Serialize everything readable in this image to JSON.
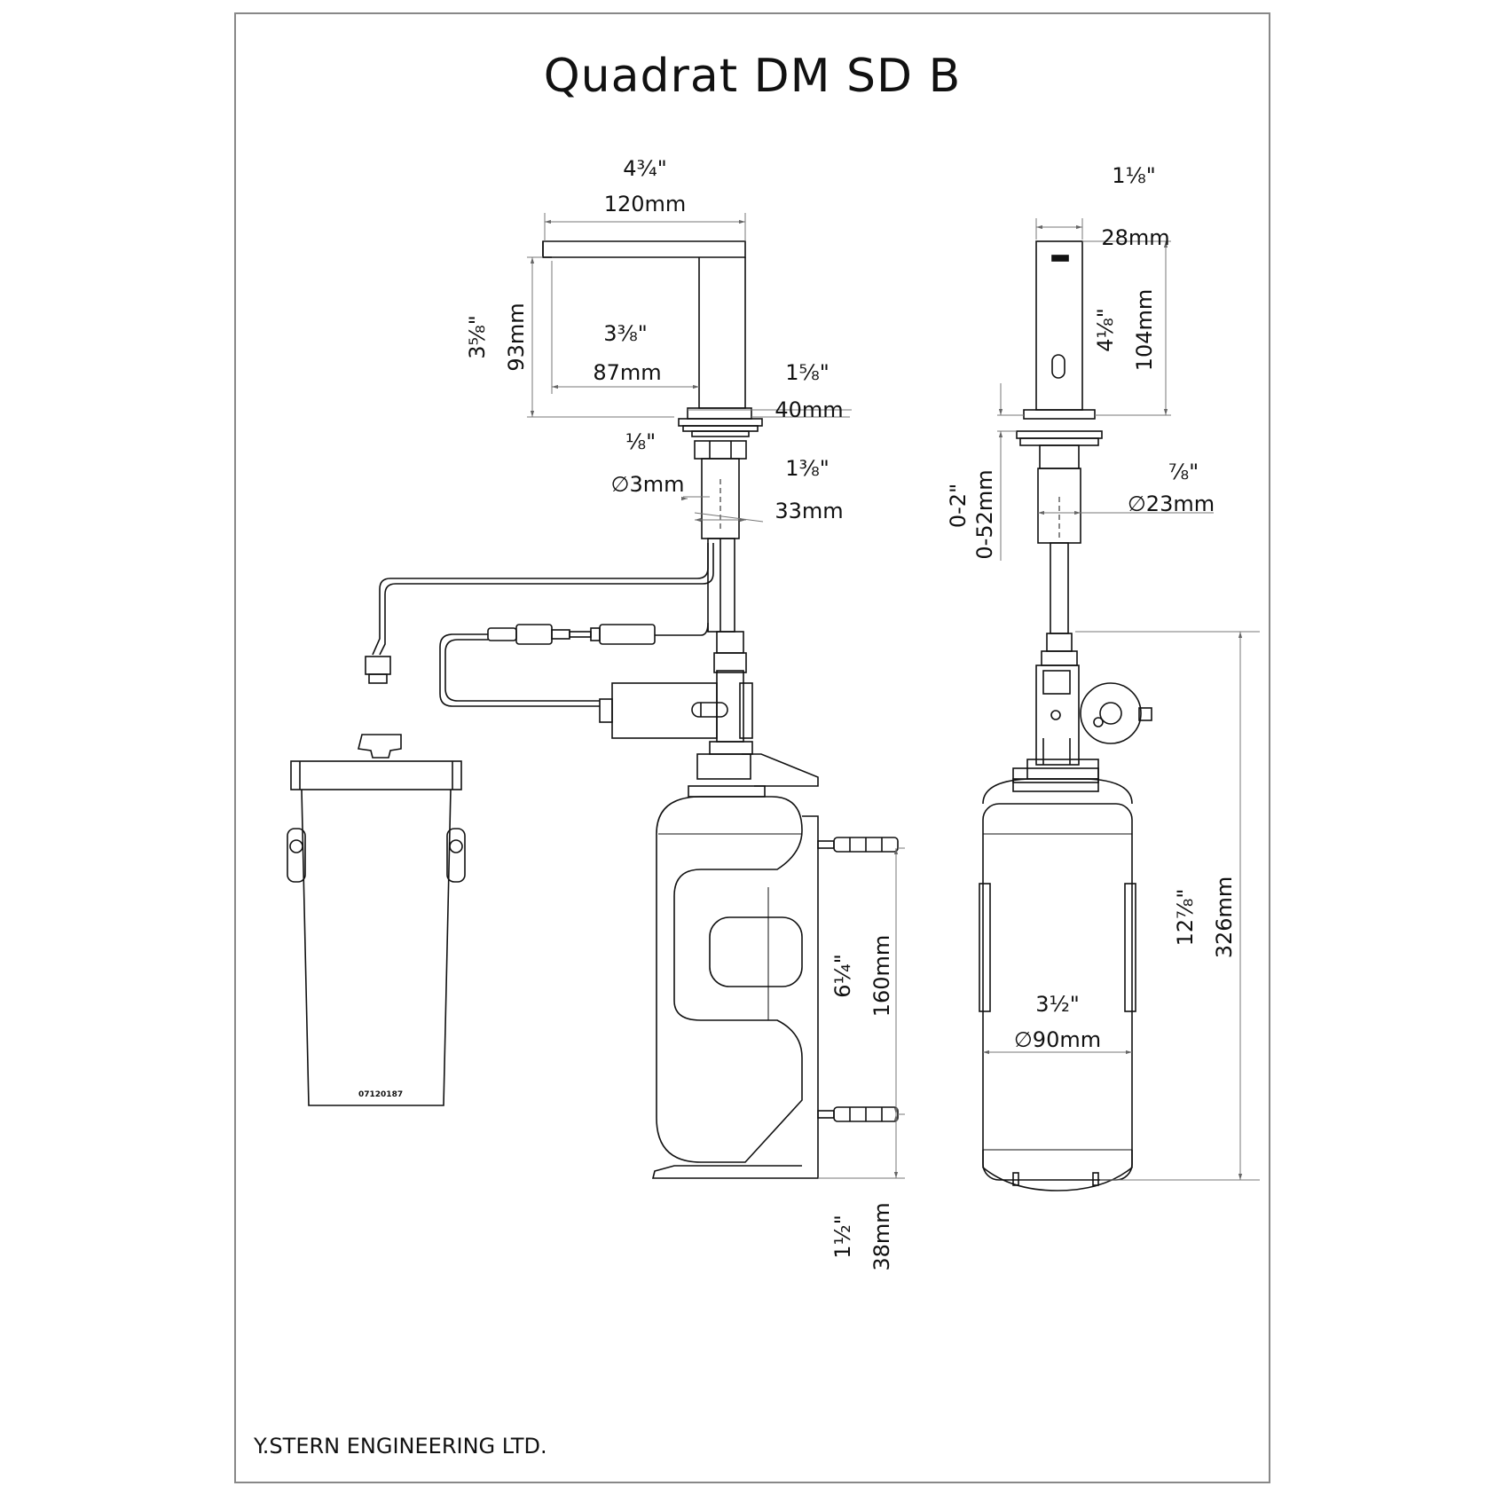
{
  "title": "Quadrat DM SD B",
  "footer": "Y.STERN ENGINEERING LTD.",
  "part_code": "07120187",
  "dimensions": {
    "spout_width": {
      "inch": "4¾\"",
      "mm": "120mm"
    },
    "spout_height": {
      "inch": "3⅝\"",
      "mm": "93mm"
    },
    "spout_reach": {
      "inch": "3⅜\"",
      "mm": "87mm"
    },
    "base_width": {
      "inch": "1⅝\"",
      "mm": "40mm"
    },
    "thread": {
      "inch": "⅛\"",
      "mm": "∅3mm"
    },
    "shank": {
      "inch": "1⅜\"",
      "mm": "33mm"
    },
    "body_width": {
      "inch": "1⅛\"",
      "mm": "28mm"
    },
    "body_height": {
      "inch": "4⅛\"",
      "mm": "104mm"
    },
    "hole": {
      "inch": "⅞\"",
      "mm": "∅23mm"
    },
    "deck": {
      "inch": "0-2\"",
      "mm": "0-52mm"
    },
    "total_height": {
      "inch": "12⅞\"",
      "mm": "326mm"
    },
    "bottle_diameter": {
      "inch": "3½\"",
      "mm": "∅90mm"
    },
    "bracket_spacing": {
      "inch": "6¼\"",
      "mm": "160mm"
    },
    "bottom_clearance": {
      "inch": "1½\"",
      "mm": "38mm"
    }
  }
}
